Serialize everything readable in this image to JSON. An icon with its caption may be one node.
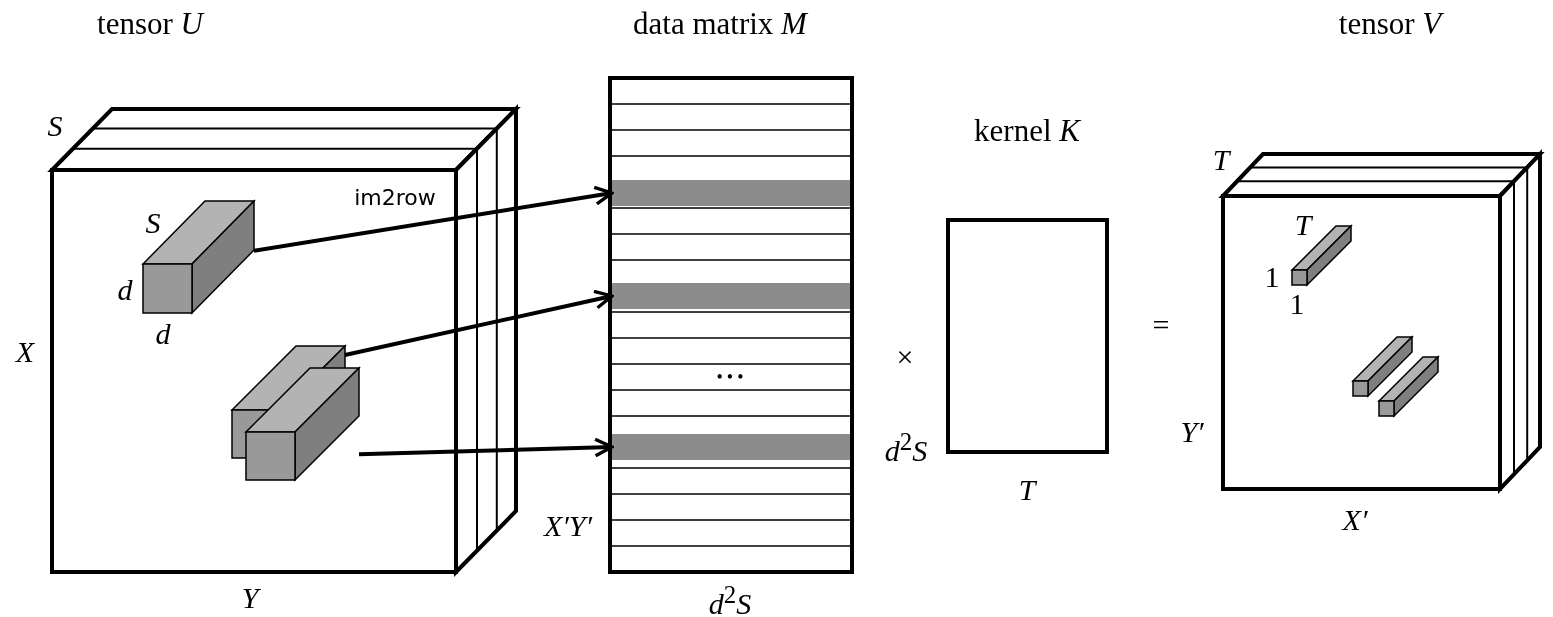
{
  "diagram": {
    "nodes": [
      {
        "text": [
          "tensor *U*"
        ]
      },
      {
        "text": [],
        "shape": "box",
        "in": 0
      },
      {
        "text": [],
        "shape": "box",
        "in": 0
      },
      {
        "text": [],
        "shape": "box",
        "in": 0
      },
      {
        "text": [
          "data matrix *M*"
        ]
      },
      {
        "text": [],
        "shape": "bar",
        "in": 4
      },
      {
        "text": [],
        "shape": "bar",
        "in": 4
      },
      {
        "text": [],
        "shape": "bar",
        "in": 4
      },
      {
        "text": [
          "kernel *K*"
        ]
      },
      {
        "text": [
          "tensor *V*"
        ]
      },
      {
        "text": [],
        "shape": "box",
        "in": 9
      },
      {
        "text": [],
        "shape": "box",
        "in": 9
      },
      {
        "text": [],
        "shape": "box",
        "in": 9
      }
    ],
    "edges": [
      {
        "from": 1,
        "to": 5,
        "arrow": "to",
        "label": "im2row"
      },
      {
        "from": 2,
        "to": 6,
        "arrow": "to"
      },
      {
        "from": 3,
        "to": 7,
        "arrow": "to"
      }
    ],
    "labels": [
      "S",
      "S",
      "d",
      "d",
      "X",
      "Y",
      "X′Y′",
      "•••",
      "*d*$^{2}$*S*",
      "×",
      "*d*$^{2}$*S*",
      "T",
      "=",
      "T",
      "T",
      "1",
      "1",
      "Y′",
      "X′"
    ]
  }
}
